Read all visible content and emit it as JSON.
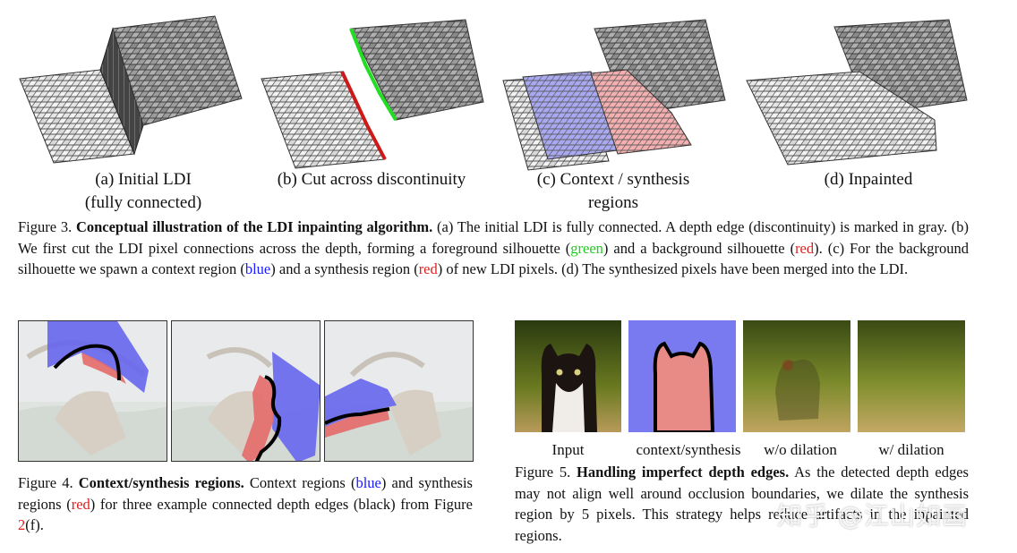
{
  "fig3": {
    "panels": [
      {
        "label_line1": "(a) Initial LDI",
        "label_line2": "(fully connected)"
      },
      {
        "label_line1": "(b) Cut across discontinuity",
        "label_line2": ""
      },
      {
        "label_line1": "(c) Context / synthesis",
        "label_line2": "regions"
      },
      {
        "label_line1": "(d) Inpainted",
        "label_line2": ""
      }
    ],
    "caption": {
      "prefix": "Figure 3. ",
      "title": "Conceptual illustration of the LDI inpainting algorithm.",
      "t1": " (a) The initial LDI is fully connected. A depth edge (discontinuity) is marked in gray. (b) We first cut the LDI pixel connections across the depth, forming a foreground silhouette (",
      "w_green": "green",
      "t2": ") and a background silhouette (",
      "w_red1": "red",
      "t3": "). (c) For the background silhouette we spawn a context region (",
      "w_blue": "blue",
      "t4": ") and a synthesis region (",
      "w_red2": "red",
      "t5": ") of new LDI pixels. (d) The synthesized pixels have been merged into the LDI."
    }
  },
  "fig4": {
    "caption": {
      "prefix": "Figure 4. ",
      "title": "Context/synthesis regions.",
      "t1": " Context regions (",
      "w_blue": "blue",
      "t2": ") and synthesis regions (",
      "w_red": "red",
      "t3": ") for three example connected depth edges (black) from Figure ",
      "ref": "2",
      "t4": "(f)."
    }
  },
  "fig5": {
    "labels": [
      "Input",
      "context/synthesis",
      "w/o dilation",
      "w/ dilation"
    ],
    "caption": {
      "prefix": "Figure 5. ",
      "title": "Handling imperfect depth edges.",
      "t1": " As the detected depth edges may not align well around occlusion boundaries, we dilate the synthesis region by 5 pixels. This strategy helps reduce artifacts in the inpainted regions."
    }
  },
  "watermark": "知乎 @江山如画",
  "colors": {
    "blue": "#1a1aff",
    "red": "#e02020",
    "green": "#22cc22"
  }
}
